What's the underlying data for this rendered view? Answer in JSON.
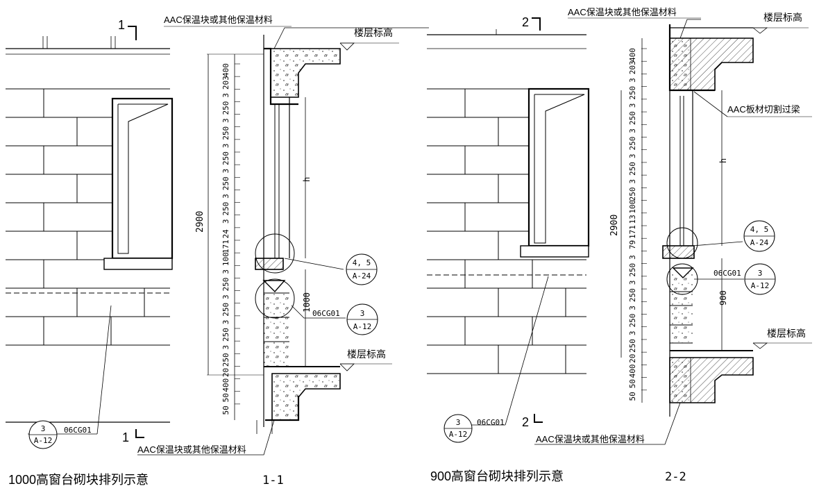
{
  "left": {
    "caption": "1000高窗台砌块排列示意",
    "section_label": "1-1",
    "cut_mark": "1",
    "insulation_top": "AAC保温块或其他保温材料",
    "insulation_bottom": "AAC保温块或其他保温材料",
    "floor_level_top": "楼层标高",
    "floor_level_bottom": "楼层标高",
    "total_height": "2900",
    "h_label": "h",
    "sill_height": "1000",
    "dims": [
      "400",
      "203",
      "3",
      "250",
      "3",
      "250",
      "3",
      "250",
      "3",
      "250",
      "3",
      "250",
      "3",
      "24",
      "171",
      "100",
      "3",
      "250",
      "3",
      "250",
      "3",
      "250",
      "3",
      "250",
      "20",
      "400",
      "50",
      "50"
    ],
    "ref_45": {
      "num": "4, 5",
      "sheet": "A-24"
    },
    "ref_3": {
      "code": "06CG01",
      "num": "3",
      "sheet": "A-12"
    },
    "elev_ref": {
      "code": "06CG01",
      "num": "3",
      "sheet": "A-12"
    }
  },
  "right": {
    "caption": "900高窗台砌块排列示意",
    "section_label": "2-2",
    "cut_mark": "2",
    "insulation_top": "AAC保温块或其他保温材料",
    "insulation_bottom": "AAC保温块或其他保温材料",
    "floor_level_top": "楼层标高",
    "floor_level_bottom": "楼层标高",
    "beam_note": "AAC板材切割过梁",
    "total_height": "2900",
    "h_label": "h",
    "sill_height": "900",
    "dims": [
      "400",
      "203",
      "3",
      "250",
      "3",
      "250",
      "3",
      "250",
      "3",
      "250",
      "3",
      "250",
      "100",
      "13",
      "171",
      "79",
      "3",
      "250",
      "3",
      "250",
      "3",
      "250",
      "3",
      "250",
      "20",
      "400",
      "50",
      "50"
    ],
    "ref_45": {
      "num": "4, 5",
      "sheet": "A-24"
    },
    "ref_3": {
      "code": "06CG01",
      "num": "3",
      "sheet": "A-12"
    },
    "elev_ref": {
      "code": "06CG01",
      "num": "3",
      "sheet": "A-12"
    }
  }
}
